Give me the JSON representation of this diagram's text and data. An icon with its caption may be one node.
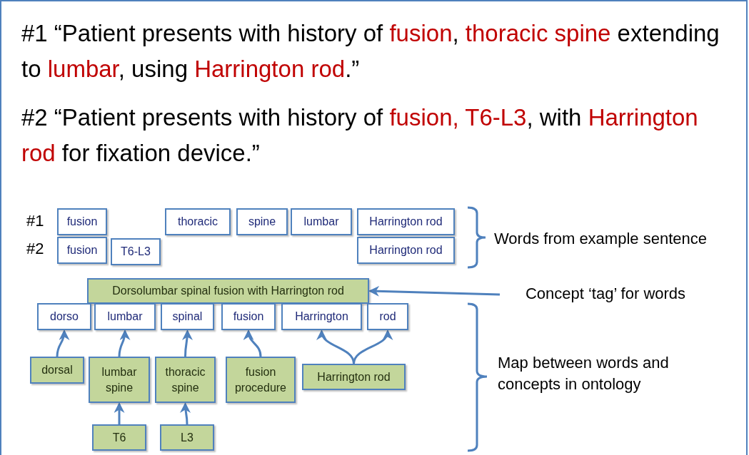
{
  "diagram": {
    "nodes": [
      {
        "text": [
          "fusion"
        ]
      },
      {
        "text": [
          "thoracic"
        ]
      },
      {
        "text": [
          "spine"
        ]
      },
      {
        "text": [
          "lumbar"
        ]
      },
      {
        "text": [
          "Harrington rod"
        ]
      },
      {
        "text": [
          "fusion"
        ]
      },
      {
        "text": [
          "T6-L3"
        ]
      },
      {
        "text": [
          "Harrington rod"
        ]
      },
      {
        "text": [
          "Dorsolumbar spinal fusion with Harrington rod"
        ]
      },
      {
        "text": [
          "dorso"
        ]
      },
      {
        "text": [
          "lumbar"
        ]
      },
      {
        "text": [
          "spinal"
        ]
      },
      {
        "text": [
          "fusion"
        ]
      },
      {
        "text": [
          "Harrington"
        ]
      },
      {
        "text": [
          "rod"
        ]
      },
      {
        "text": [
          "dorsal"
        ]
      },
      {
        "text": [
          "lumbar spine"
        ]
      },
      {
        "text": [
          "thoracic spine"
        ]
      },
      {
        "text": [
          "fusion procedure"
        ]
      },
      {
        "text": [
          "Harrington rod"
        ]
      },
      {
        "text": [
          "T6"
        ]
      },
      {
        "text": [
          "L3"
        ]
      },
      {
        "text": [
          "Concept ‘tag’ for words"
        ]
      }
    ],
    "edges": [
      {
        "from": 15,
        "to": 9,
        "arrow": "to"
      },
      {
        "from": 16,
        "to": 10,
        "arrow": "to"
      },
      {
        "from": 17,
        "to": 11,
        "arrow": "to"
      },
      {
        "from": 18,
        "to": 12,
        "arrow": "to"
      },
      {
        "from": 19,
        "to": 13,
        "arrow": "to"
      },
      {
        "from": 19,
        "to": 14,
        "arrow": "to"
      },
      {
        "from": 20,
        "to": 16,
        "arrow": "to"
      },
      {
        "from": 21,
        "to": 17,
        "arrow": "to"
      },
      {
        "from": 22,
        "to": 8,
        "arrow": "to"
      }
    ],
    "labels": [
      "#1 “Patient presents with history of **fusion**, **thoracic spine** extending to **lumbar**, using **Harrington rod**.”",
      "#2 “Patient presents with history of **fusion, T6-L3**, with **Harrington rod** for fixation device.”",
      "#1",
      "#2",
      "Words from example sentence",
      "Map between words and concepts in ontology"
    ]
  }
}
